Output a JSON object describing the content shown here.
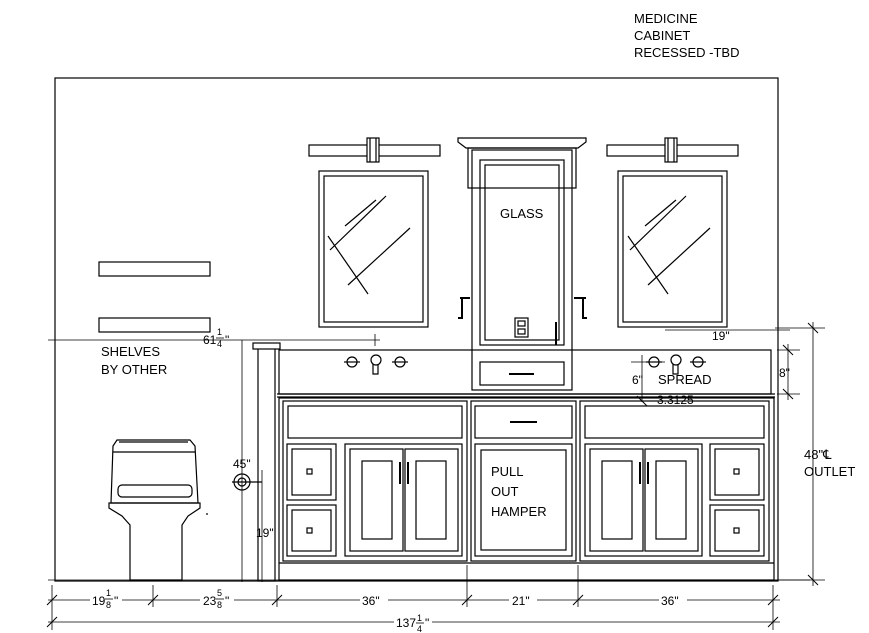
{
  "medicine_cabinet_note": [
    "MEDICINE",
    "CABINET",
    "RECESSED -TBD"
  ],
  "labels": {
    "glass": "GLASS",
    "shelves": [
      "SHELVES",
      "BY OTHER"
    ],
    "hamper": [
      "PULL",
      "OUT",
      "HAMPER"
    ],
    "spread": "SPREAD",
    "outlet": [
      "48\"℄",
      "OUTLET"
    ]
  },
  "dimensions": {
    "shelf_height": {
      "whole": "61",
      "num": "1",
      "den": "4",
      "unit": "\""
    },
    "side_19": "19\"",
    "backsplash_8": "8\"",
    "spread_6": "6\"",
    "spread_value": "3.3125",
    "tp_45": "45\"",
    "tp_19": "19\"",
    "bottom_a": {
      "whole": "19",
      "num": "1",
      "den": "8",
      "unit": "\""
    },
    "bottom_b": {
      "whole": "23",
      "num": "5",
      "den": "8",
      "unit": "\""
    },
    "bottom_c": "36\"",
    "bottom_d": "21\"",
    "bottom_e": "36\"",
    "overall": {
      "whole": "137",
      "num": "1",
      "den": "4",
      "unit": "\""
    }
  },
  "colors": {
    "line": "#000000",
    "background": "#ffffff"
  }
}
